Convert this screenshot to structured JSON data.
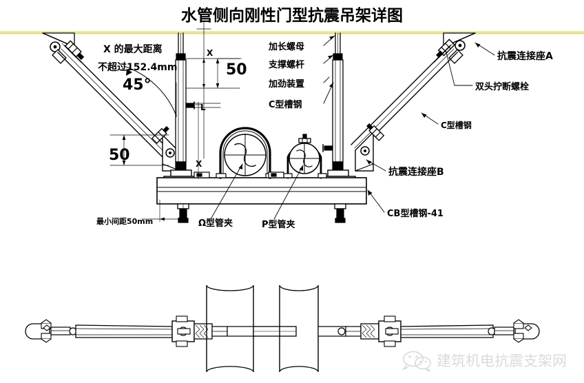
{
  "title": "水管侧向刚性门型抗震吊架详图",
  "colors": {
    "line": "#000000",
    "ceiling": "#e8e6a8",
    "background": "#ffffff",
    "watermark": "#c9c9c9"
  },
  "annotations": {
    "max_distance_line1": "X 的最大距离",
    "max_distance_line2": "不超过152.4mm",
    "angle": "45°",
    "dim_top": "50",
    "dim_left": "50",
    "dim_x_top": "X",
    "dim_x_left": "X",
    "dim_l": "L",
    "min_spacing": "最小间距50mm",
    "extended_nut": "加长螺母",
    "support_rod": "支撑螺杆",
    "stiffener": "加劲装置",
    "c_channel_center": "C型槽钢",
    "seismic_connector_a": "抗震连接座A",
    "double_head_bolt": "双头拧断螺栓",
    "c_channel_right": "C型槽钢",
    "seismic_connector_b": "抗震连接座B",
    "cb_channel": "CB型槽钢-41",
    "omega_clamp": "Ω型管夹",
    "p_clamp": "P型管夹"
  },
  "watermark": {
    "text": "建筑机电抗震支架网",
    "icon": "wechat-icon"
  }
}
